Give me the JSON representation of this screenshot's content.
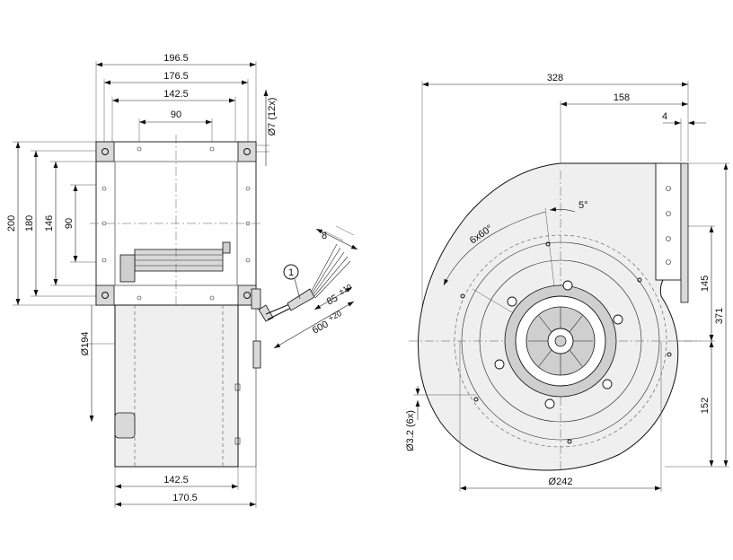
{
  "side_view": {
    "dimensions": {
      "overall_width": "196.5",
      "flange_width": "176.5",
      "hole_spacing_h": "142.5",
      "outlet_width": "90",
      "overall_height": "200",
      "flange_height": "180",
      "hole_spacing_v": "146",
      "outlet_height": "90",
      "mount_hole": "Ø7 (12x)",
      "housing_diameter": "Ø194",
      "base_width": "142.5",
      "base_overall": "170.5",
      "lead_strip": "8",
      "lead_length_short": "85",
      "lead_tol_short": "±10",
      "lead_length_long": "600",
      "lead_tol_long": "+20",
      "callout": "1"
    }
  },
  "front_view": {
    "dimensions": {
      "overall_width": "328",
      "outlet_offset": "158",
      "flange_thickness": "4",
      "rotation_angle": "5°",
      "hole_pattern": "6x60°",
      "outlet_height": "145",
      "overall_height": "371",
      "center_height": "152",
      "fix_holes": "Ø3.2 (6x)",
      "flange_diameter": "Ø242"
    }
  }
}
